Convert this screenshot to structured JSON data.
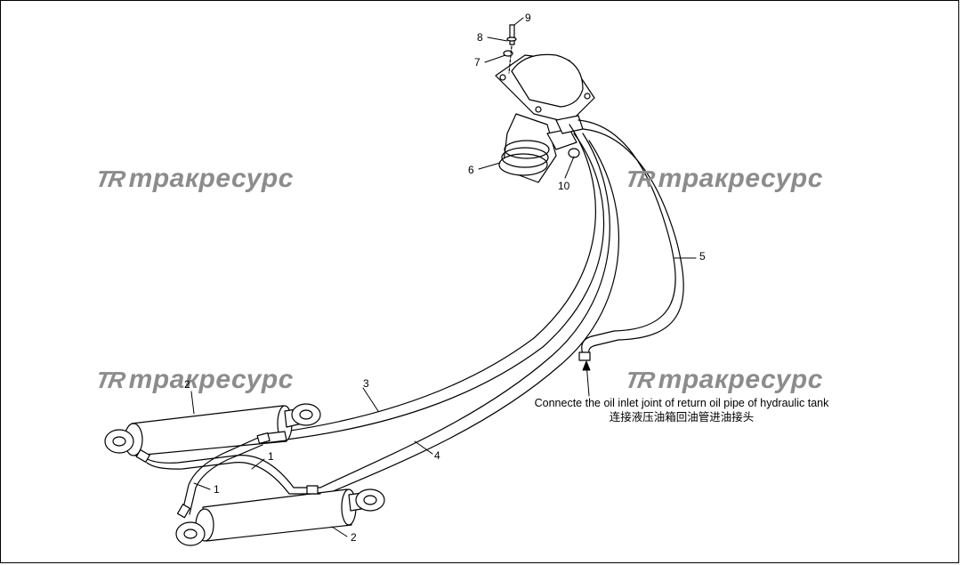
{
  "watermarks": [
    {
      "logo": "TR",
      "text": "тракресурс"
    },
    {
      "logo": "TR",
      "text": "тракресурс"
    },
    {
      "logo": "TR",
      "text": "тракресурс"
    },
    {
      "logo": "TR",
      "text": "тракресурс"
    }
  ],
  "callouts": {
    "c1a": "1",
    "c1b": "1",
    "c2a": "2",
    "c2b": "2",
    "c3": "3",
    "c4": "4",
    "c5": "5",
    "c6": "6",
    "c7": "7",
    "c8": "8",
    "c9": "9",
    "c10": "10"
  },
  "note": {
    "en": "Connecte the oil inlet joint of return oil pipe of hydraulic tank",
    "zh": "连接液压油箱回油管进油接头"
  }
}
